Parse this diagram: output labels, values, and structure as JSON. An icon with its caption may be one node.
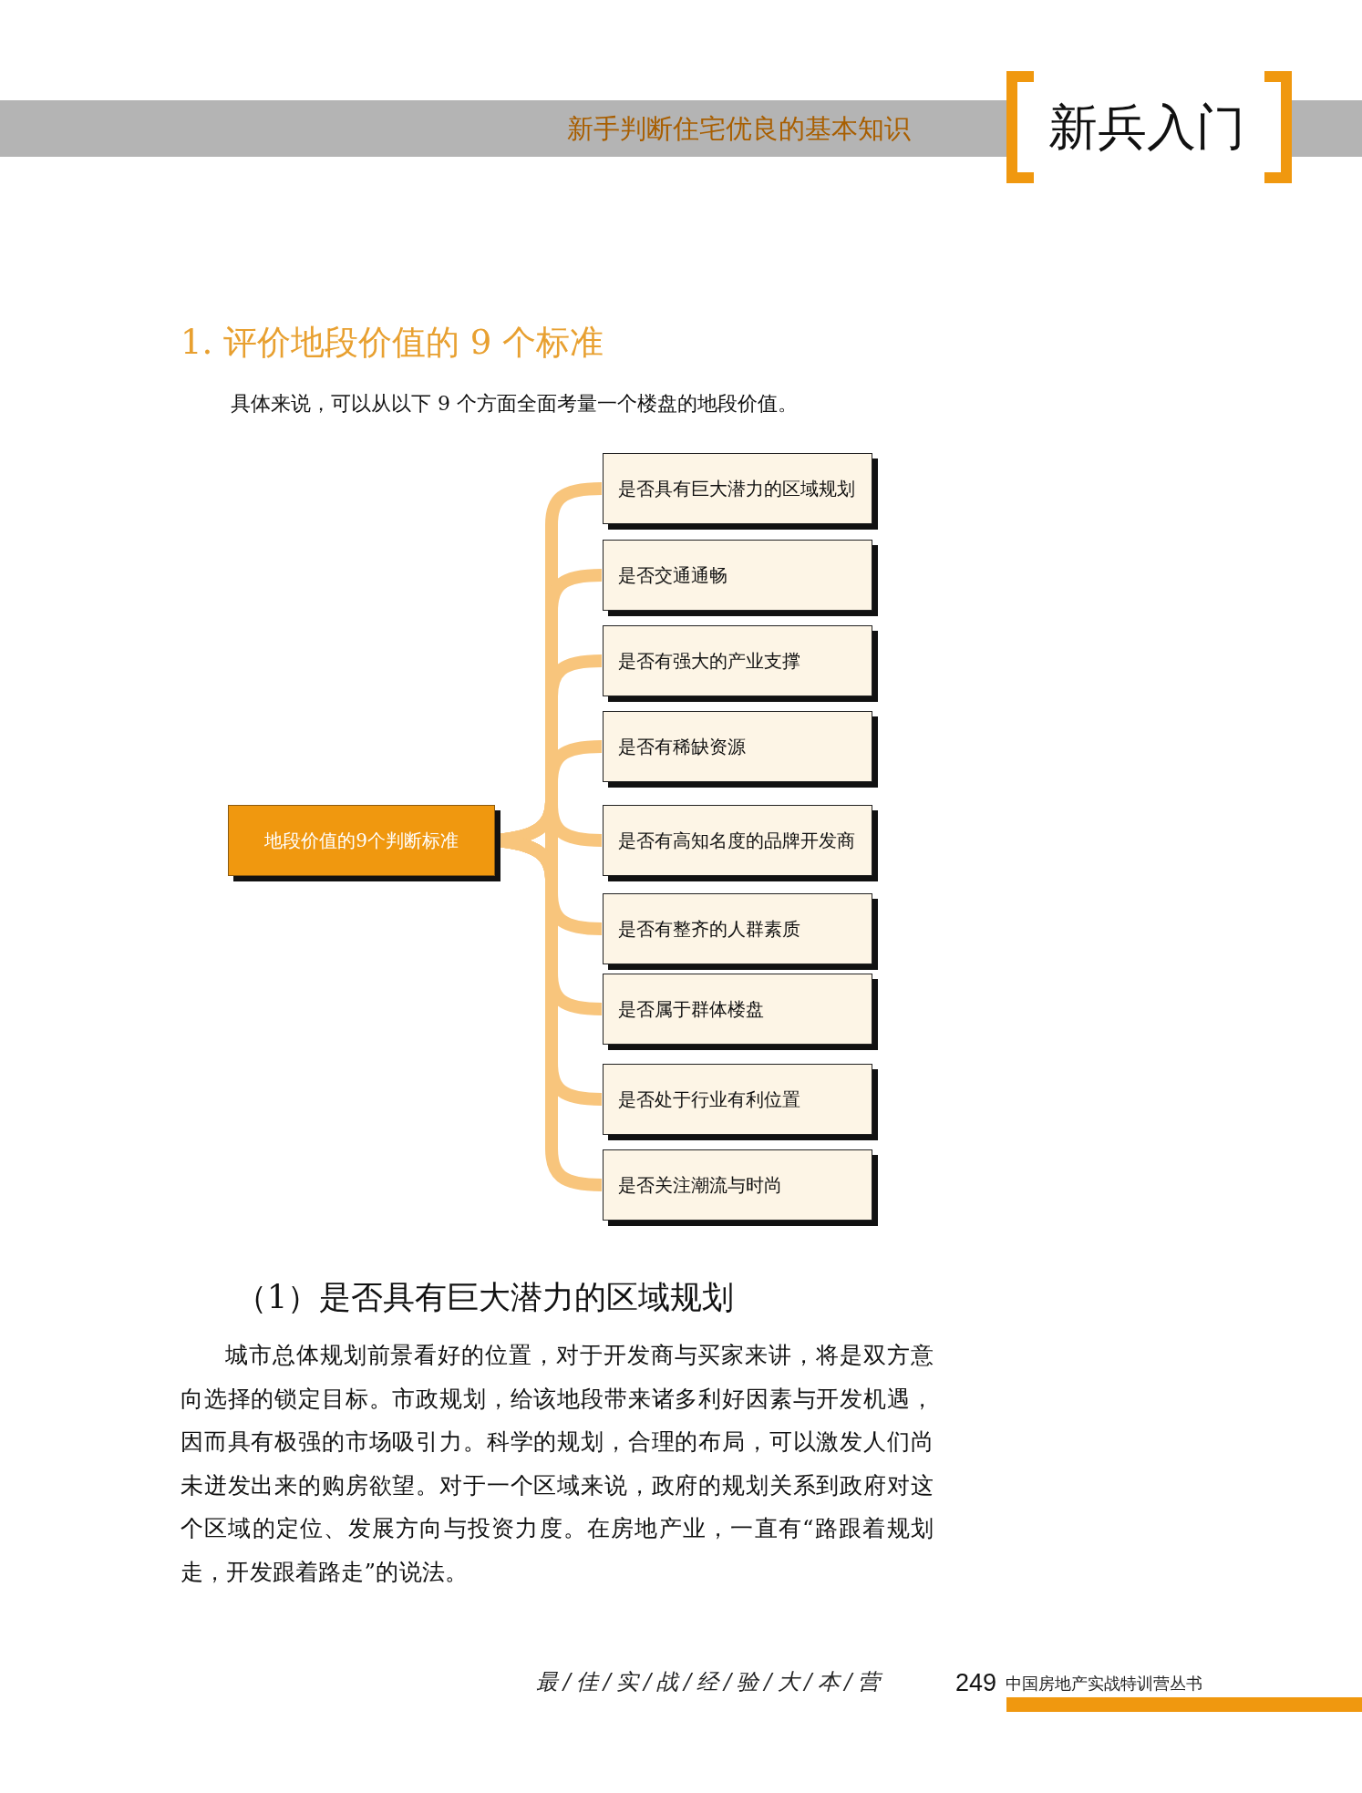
{
  "diagram": {
    "title": "1. 评价地段价值的 9 个标准",
    "nodes": [
      {
        "text": [
          "地段价值的9个判断标准"
        ]
      },
      {
        "text": [
          "是否具有巨大潜力的区域规划"
        ]
      },
      {
        "text": [
          "是否交通通畅"
        ]
      },
      {
        "text": [
          "是否有强大的产业支撑"
        ]
      },
      {
        "text": [
          "是否有稀缺资源"
        ]
      },
      {
        "text": [
          "是否有高知名度的品牌开发商"
        ]
      },
      {
        "text": [
          "是否有整齐的人群素质"
        ]
      },
      {
        "text": [
          "是否属于群体楼盘"
        ]
      },
      {
        "text": [
          "是否处于行业有利位置"
        ]
      },
      {
        "text": [
          "是否关注潮流与时尚"
        ]
      }
    ],
    "edges": [
      {
        "from": 0,
        "to": 1,
        "arrow": "none"
      },
      {
        "from": 0,
        "to": 2,
        "arrow": "none"
      },
      {
        "from": 0,
        "to": 3,
        "arrow": "none"
      },
      {
        "from": 0,
        "to": 4,
        "arrow": "none"
      },
      {
        "from": 0,
        "to": 5,
        "arrow": "none"
      },
      {
        "from": 0,
        "to": 6,
        "arrow": "none"
      },
      {
        "from": 0,
        "to": 7,
        "arrow": "none"
      },
      {
        "from": 0,
        "to": 8,
        "arrow": "none"
      },
      {
        "from": 0,
        "to": 9,
        "arrow": "none"
      }
    ],
    "labels": [
      "新手判断住宅优良的基本知识",
      "新兵入门",
      "具体来说，可以从以下 9 个方面全面考量一个楼盘的地段价值。",
      "（1）是否具有巨大潜力的区域规划",
      "城市总体规划前景看好的位置，对于开发商与买家来讲，将是双方意向选择的锁定目标。市政规划，给该地段带来诸多利好因素与开发机遇，因而具有极强的市场吸引力。科学的规划，合理的布局，可以激发人们尚未迸发出来的购房欲望。对于一个区域来说，政府的规划关系到政府对这个区域的定位、发展方向与投资力度。在房地产业，一直有“路跟着规划走，开发跟着路走”的说法。",
      "最/佳/实/战/经/验/大/本/营",
      "249",
      "中国房地产实战特训营丛书"
    ]
  }
}
